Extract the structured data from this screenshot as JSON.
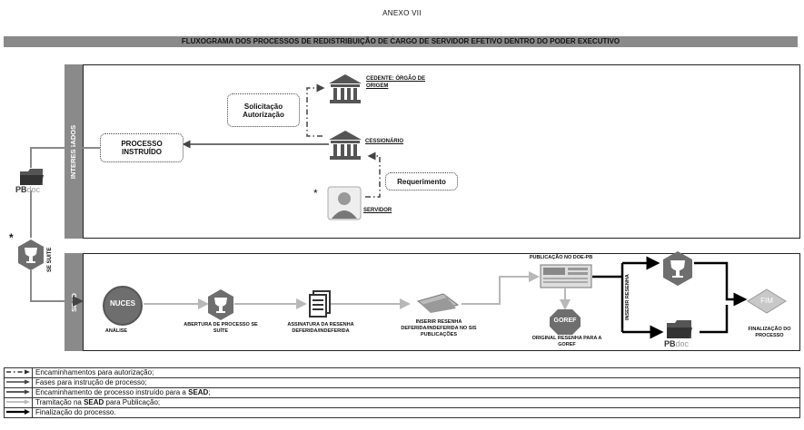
{
  "annex": "ANEXO VII",
  "title": "FLUXOGRAMA DOS PROCESSOS DE REDISTRIBUIÇÃO DE CARGO DE SERVIDOR EFETIVO DENTRO DO PODER EXECUTIVO",
  "lanes": {
    "interessados": "INTERESSADOS",
    "sead": "SEAD",
    "se_suite": "SE SUITE"
  },
  "nodes": {
    "processo_instruido": "PROCESSO INSTRUÍDO",
    "solicitacao": "Solicitação Autorização",
    "cedente": "CEDENTE: ÓRGÃO DE ORIGEM",
    "cessionario": "CESSIONÁRIO",
    "requerimento": "Requerimento",
    "servidor": "SERVIDOR",
    "asterisk": "*",
    "pbdoc_pb": "PB",
    "pbdoc_doc": "doc",
    "nuces": "NUCES",
    "analise": "ANÁLISE",
    "abertura": "ABERTURA DE PROCESSO SE SUÍTE",
    "assinatura": "ASSINATURA DA RESENHA DEFERIDA/INDEFERIDA",
    "inserir": "INSERIR RESENHA DEFERIDA/INDEFERIDA NO SIS PUBLICAÇÕES",
    "publicacao": "PUBLICAÇÃO NO DOE-PB",
    "goref": "GOREF",
    "original": "ORIGINAL RESENHA PARA A GOREF",
    "inserir_resenha": "INSERIR RESENHA",
    "fim": "FIM",
    "finalizacao": "FINALIZAÇÃO DO PROCESSO"
  },
  "legend": [
    {
      "style": "dash-dot",
      "label": "Encaminhamentos para autorização;"
    },
    {
      "style": "solid-dark",
      "label": "Fases para instrução de processo;"
    },
    {
      "style": "solid-dark",
      "label_pre": "Encaminhamento de processo instruído para a ",
      "label_bold": "SEAD",
      "label_post": ";"
    },
    {
      "style": "solid-light",
      "label_pre": "Tramitação na ",
      "label_bold": "SEAD",
      "label_post": " para Publicação;"
    },
    {
      "style": "solid-black",
      "label": "Finalização do processo."
    }
  ],
  "colors": {
    "lane_gray": "#8a8a8a",
    "icon_gray": "#6e6e6e",
    "light_arrow": "#b8b8b8",
    "fim_fill": "#c8c8c8"
  }
}
